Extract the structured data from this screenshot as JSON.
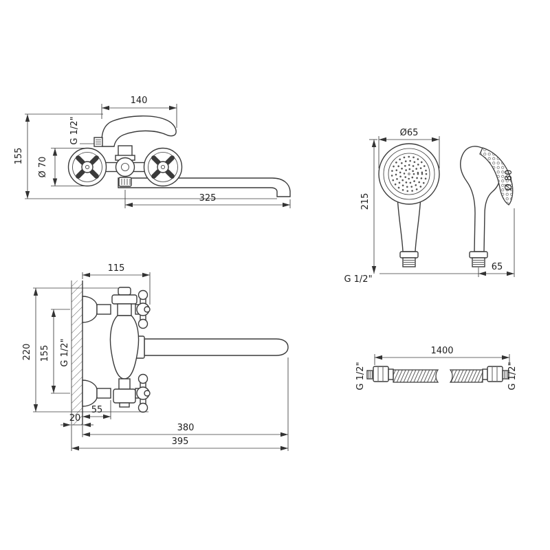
{
  "drawing": {
    "faucet_front": {
      "spout_width": "140",
      "thread": "G 1/2\"",
      "handle_diameter": "Ø 70",
      "height": "155",
      "spout_length": "325"
    },
    "handshower": {
      "head_diameter": "Ø65",
      "length": "215",
      "thread": "G 1/2\"",
      "side_diameter": "Ø 80",
      "side_offset": "65"
    },
    "faucet_side": {
      "wall_to_handle": "115",
      "total_height": "220",
      "centers_distance": "155",
      "thread": "G 1/2\"",
      "wall_thickness": "20",
      "wall_to_body": "55",
      "spout_reach": "380",
      "total_reach": "395"
    },
    "hose": {
      "length": "1400",
      "thread_left": "G 1/2\"",
      "thread_right": "G 1/2\""
    }
  }
}
